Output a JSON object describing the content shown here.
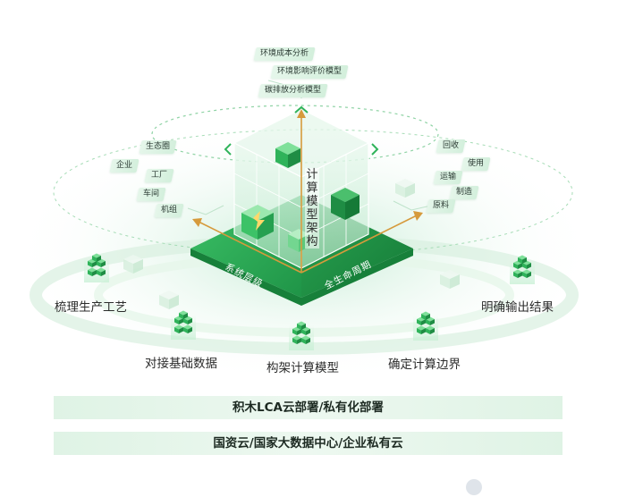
{
  "top_models": [
    "环境成本分析",
    "环境影响评价模型",
    "碳排放分析模型"
  ],
  "left_levels": [
    "生态圈",
    "企业",
    "工厂",
    "车间",
    "机组"
  ],
  "right_stages": [
    "回收",
    "使用",
    "运输",
    "制造",
    "原料"
  ],
  "vertical_axis_label": "计算模型架构",
  "base_left_label": "系统层级",
  "base_right_label": "全生命周期",
  "steps": [
    "梳理生产工艺",
    "对接基础数据",
    "构架计算模型",
    "确定计算边界",
    "明确输出结果"
  ],
  "deployment_bar": "积木LCA云部署/私有化部署",
  "cloud_bar": "国资云/国家大数据中心/企业私有云",
  "colors": {
    "brand_green": "#2fb35a",
    "dark_green": "#1f8d44",
    "light_green": "#e2f4e8",
    "axis_orange": "#d69a3c"
  },
  "icons": [
    "cube-stack-icon"
  ]
}
